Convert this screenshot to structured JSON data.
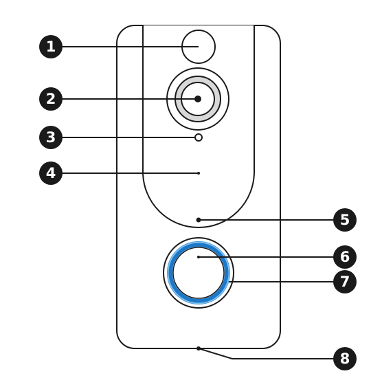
{
  "colors": {
    "outline": "#1a1a1a",
    "callout_fill": "#1a1a1a",
    "callout_text": "#ffffff",
    "ring_blue": "#1e78c8",
    "ring_light_blue": "#5aaee6",
    "lens_gray": "#d2d2d2",
    "background": "#ffffff"
  },
  "callouts": [
    {
      "number": "1",
      "icon": "pir-sensor"
    },
    {
      "number": "2",
      "icon": "camera-lens"
    },
    {
      "number": "3",
      "icon": "light-sensor"
    },
    {
      "number": "4",
      "icon": "ir-light-panel"
    },
    {
      "number": "5",
      "icon": "microphone"
    },
    {
      "number": "6",
      "icon": "doorbell-button"
    },
    {
      "number": "7",
      "icon": "led-ring"
    },
    {
      "number": "8",
      "icon": "bottom-port"
    }
  ]
}
